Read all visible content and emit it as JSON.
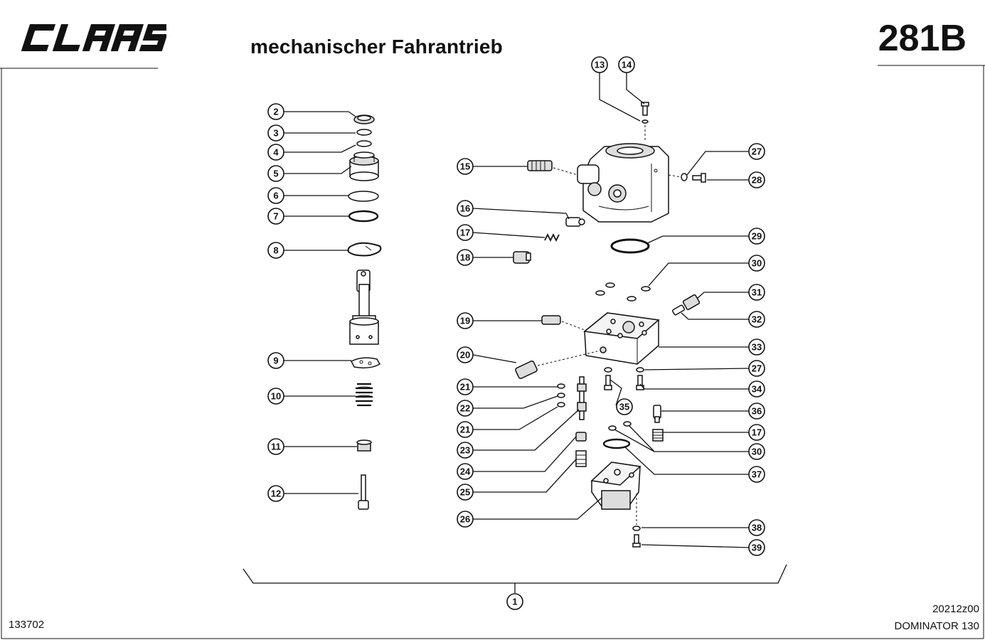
{
  "header": {
    "brand": "CLAAS",
    "title": "mechanischer Fahrantrieb",
    "page_number": "281B"
  },
  "footer": {
    "doc_number": "133702",
    "drawing_code": "20212z00",
    "machine_model": "DOMINATOR 130"
  },
  "callouts": [
    "1",
    "2",
    "3",
    "4",
    "5",
    "6",
    "7",
    "8",
    "9",
    "10",
    "11",
    "12",
    "13",
    "14",
    "15",
    "16",
    "17",
    "18",
    "19",
    "20",
    "21",
    "22",
    "23",
    "24",
    "25",
    "26",
    "27",
    "28",
    "29",
    "30",
    "31",
    "32",
    "33",
    "34",
    "35",
    "36",
    "37",
    "38",
    "39"
  ],
  "repeated_callouts": {
    "21b": "21",
    "27b": "27",
    "17b": "17",
    "30b": "30"
  }
}
